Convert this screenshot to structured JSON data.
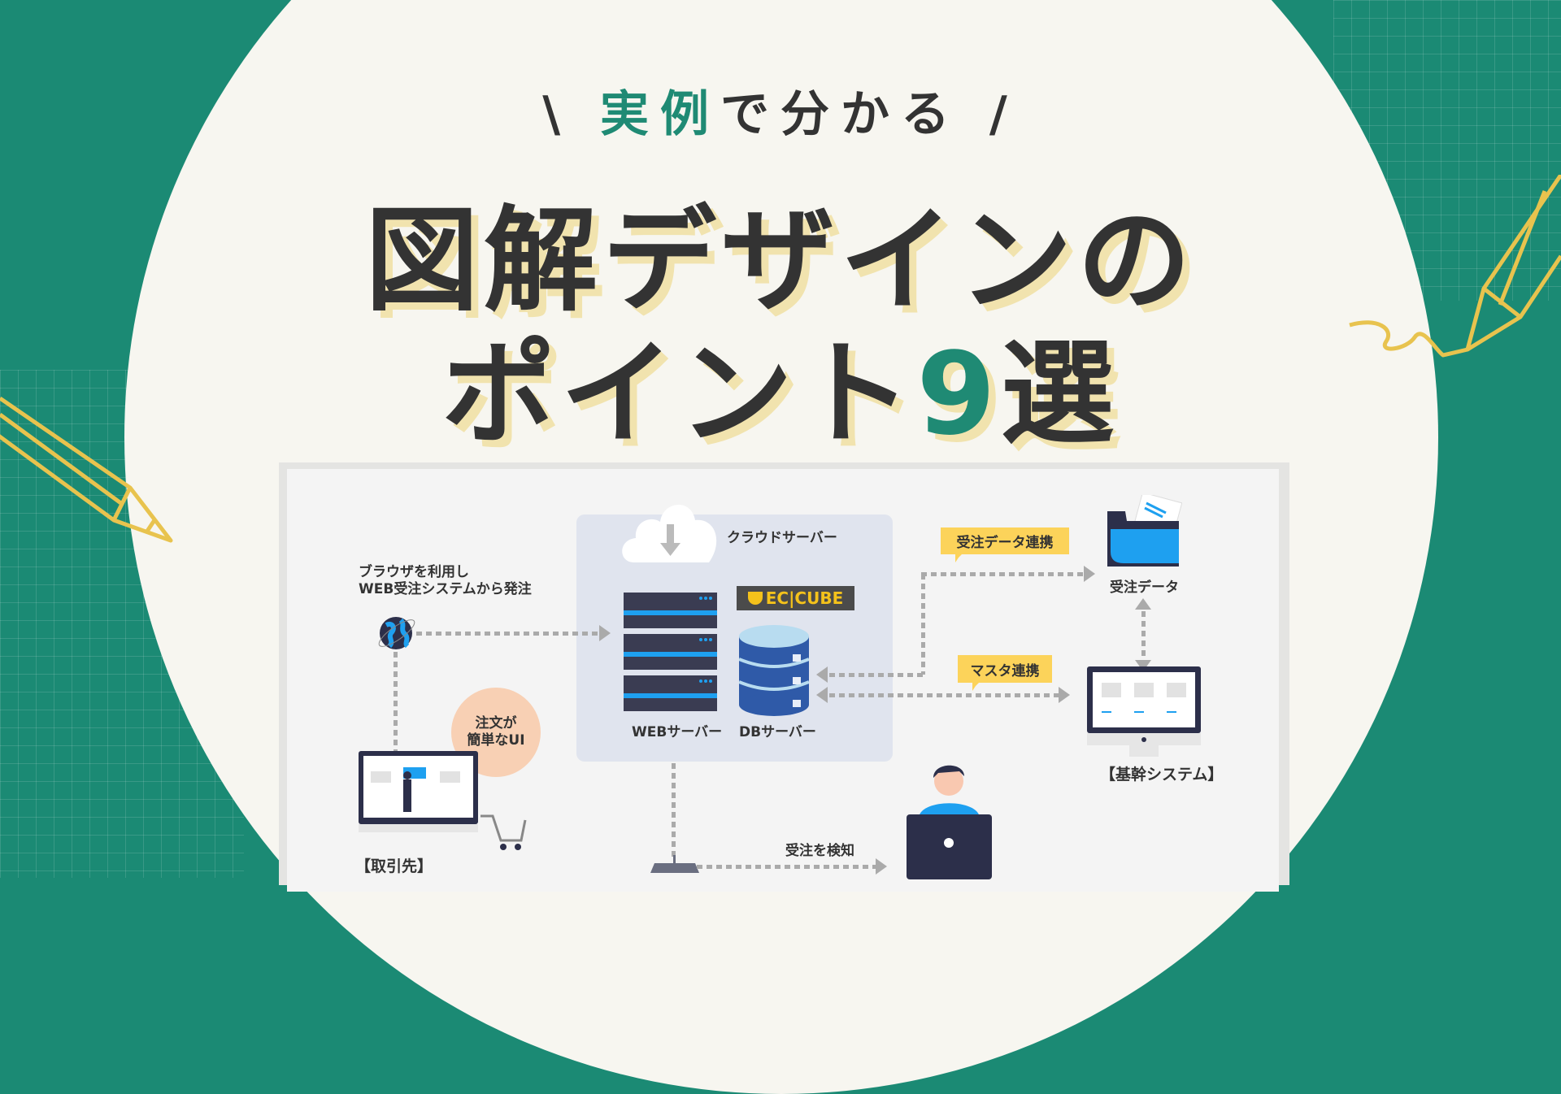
{
  "header": {
    "subtitle_prefix": "\\",
    "subtitle_highlight": "実例",
    "subtitle_rest": "で分かる",
    "subtitle_suffix": "/",
    "title_line1": "図解デザインの",
    "title_line2_text": "ポイント",
    "title_line2_number": "9",
    "title_line2_end": "選"
  },
  "diagram": {
    "browser_note_line1": "ブラウザを利用し",
    "browser_note_line2": "WEB受注システムから発注",
    "cloud_label": "クラウドサーバー",
    "ec_cube_logo": "EC|CUBE",
    "web_server_label": "WEBサーバー",
    "db_server_label": "DBサーバー",
    "order_data_link_tag": "受注データ連携",
    "master_link_tag": "マスタ連携",
    "order_data_label": "受注データ",
    "core_system_label": "【基幹システム】",
    "easy_ui_line1": "注文が",
    "easy_ui_line2": "簡単なUI",
    "client_label": "【取引先】",
    "detect_order_label": "受注を検知"
  },
  "colors": {
    "background": "#1b8a74",
    "circle": "#f7f6f0",
    "accent_green": "#1f8a74",
    "title_shadow": "#f1e3ae",
    "tag_yellow": "#fcd35a",
    "server_blue": "#1ea0f0"
  }
}
